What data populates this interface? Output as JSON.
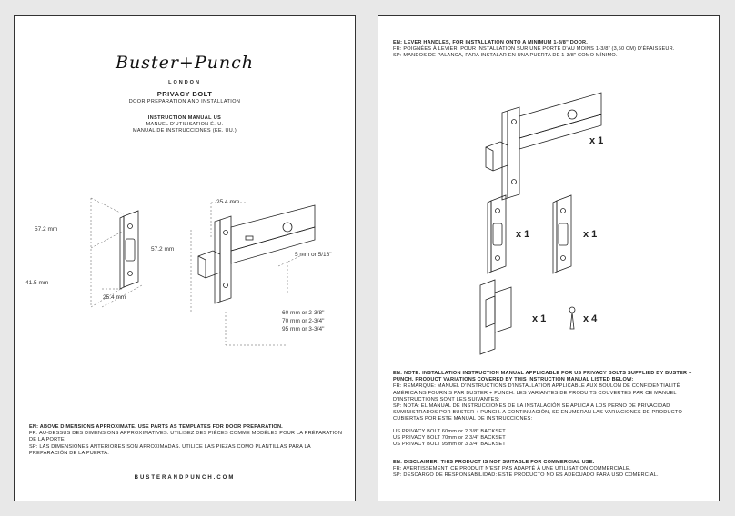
{
  "left": {
    "brand": "Buster+Punch",
    "city": "LONDON",
    "product_title": "PRIVACY BOLT",
    "product_subtitle": "DOOR PREPARATION AND INSTALLATION",
    "manual_en": "INSTRUCTION MANUAL US",
    "manual_fr": "MANUEL D'UTILISATION É.-U.",
    "manual_sp": "MANUAL DE INSTRUCCIONES (EE. UU.)",
    "dims": {
      "plate_height": "57.2 mm",
      "plate_lower": "41.5 mm",
      "plate_width": "25.4 mm",
      "bolt_width": "25.4 mm",
      "bolt_height": "57.2 mm",
      "bolt_offset": "5 mm or 5/16\"",
      "backset_1": "60 mm or 2-3/8\"",
      "backset_2": "70 mm or 2-3/4\"",
      "backset_3": "95 mm or 3-3/4\""
    },
    "note_en": "EN: ABOVE DIMENSIONS APPROXIMATE. USE PARTS AS TEMPLATES FOR DOOR PREPARATION.",
    "note_fr": "FR: AU-DESSUS DES DIMENSIONS APPROXIMATIVES. UTILISEZ DES PIÈCES COMME MODÈLES POUR LA PRÉPARATION DE LA PORTE.",
    "note_sp": "SP: LAS DIMENSIONES ANTERIORES SON APROXIMADAS. UTILICE LAS PIEZAS COMO PLANTILLAS PARA LA PREPARACIÓN DE LA PUERTA.",
    "website": "BUSTERANDPUNCH.COM"
  },
  "right": {
    "lever_en": "EN: LEVER HANDLES, FOR INSTALLATION ONTO A MINIMUM 1-3/8\" DOOR.",
    "lever_fr": "FR: POIGNÉES À LEVIER, POUR INSTALLATION SUR UNE PORTE D'AU MOINS 1-3/8\" (3,50 CM) D'ÉPAISSEUR.",
    "lever_sp": "SP: MANDOS DE PALANCA, PARA INSTALAR EN UNA PUERTA DE 1-3/8\" COMO MÍNIMO.",
    "qty_bolt": "x 1",
    "qty_plate_a": "x 1",
    "qty_plate_b": "x 1",
    "qty_strike": "x 1",
    "qty_screw": "x 4",
    "note_en": "EN: NOTE: INSTALLATION INSTRUCTION MANUAL APPLICABLE FOR US PRIVACY BOLTS SUPPLIED BY BUSTER + PUNCH. PRODUCT VARIATIONS COVERED BY THIS INSTRUCTION MANUAL LISTED BELOW:",
    "note_fr": "FR: REMARQUE: MANUEL D'INSTRUCTIONS D'INSTALLATION APPLICABLE AUX BOULON DE CONFIDENTIALITÉ AMÉRICAINS FOURNIS PAR BUSTER + PUNCH. LES VARIANTES DE PRODUITS COUVERTES PAR CE MANUEL D'INSTRUCTIONS SONT LES SUIVANTES:",
    "note_sp": "SP: NOTA: EL MANUAL DE INSTRUCCIONES DE LA INSTALACIÓN SE APLICA A LOS PERNO DE PRIVACIDAD SUMINISTRADOS POR BUSTER + PUNCH. A CONTINUACIÓN, SE ENUMERAN LAS VARIACIONES DE PRODUCTO CUBIERTAS POR ESTE MANUAL DE INSTRUCCIONES:",
    "variants": [
      "US PRIVACY BOLT 60mm or 2 3/8\" BACKSET",
      "US PRIVACY BOLT 70mm or 2 3/4\" BACKSET",
      "US PRIVACY BOLT 95mm or 3 3/4\" BACKSET"
    ],
    "disclaimer_en": "EN: DISCLAIMER: THIS PRODUCT IS NOT SUITABLE FOR COMMERCIAL USE.",
    "disclaimer_fr": "FR: AVERTISSEMENT: CE PRODUIT N'EST PAS ADAPTÉ À UNE UTILISATION COMMERCIALE.",
    "disclaimer_sp": "SP: DESCARGO DE RESPONSABILIDAD: ESTE PRODUCTO NO ES ADECUADO PARA USO COMERCIAL."
  }
}
